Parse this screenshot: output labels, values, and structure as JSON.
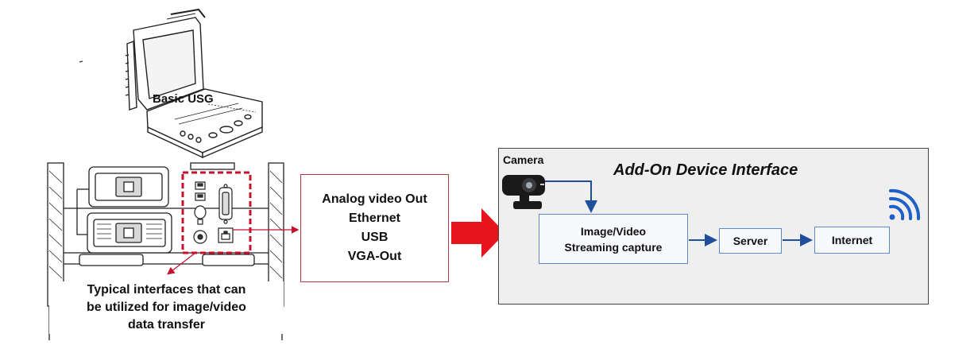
{
  "device": {
    "label": "Basic USG"
  },
  "interfaces": {
    "items": [
      "Analog video Out",
      "Ethernet",
      "USB",
      "VGA-Out"
    ],
    "caption_lines": [
      "Typical interfaces that can",
      "be utilized for image/video",
      "data transfer"
    ]
  },
  "addon": {
    "title": "Add-On Device Interface",
    "camera_label": "Camera",
    "capture_lines": [
      "Image/Video",
      "Streaming capture"
    ],
    "server_label": "Server",
    "internet_label": "Internet"
  },
  "colors": {
    "big_arrow": "#e8141b",
    "highlight_dash": "#c8102e",
    "flow_arrow": "#1f4e9c",
    "wifi": "#1f5fc8",
    "panel_bg": "#efefef"
  },
  "icons": [
    "ultrasound-machine-icon",
    "webcam-icon",
    "wifi-icon"
  ]
}
